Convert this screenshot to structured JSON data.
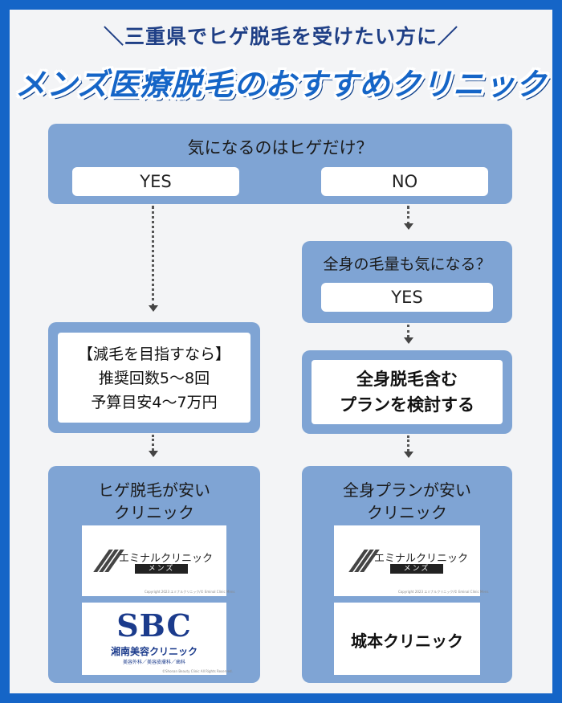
{
  "header": {
    "subtitle": "＼三重県でヒゲ脱毛を受けたい方に／",
    "title": "メンズ医療脱毛のおすすめクリニック"
  },
  "q1": {
    "question": "気になるのはヒゲだけ？",
    "yes": "YES",
    "no": "NO"
  },
  "q2": {
    "question": "全身の毛量も気になる？",
    "yes": "YES"
  },
  "left_info": {
    "line1": "【減毛を目指すなら】",
    "line2": "推奨回数5〜8回",
    "line3": "予算目安4〜7万円"
  },
  "right_info": {
    "line1": "全身脱毛含む",
    "line2": "プランを検討する"
  },
  "left_result": {
    "heading1": "ヒゲ脱毛が安い",
    "heading2": "クリニック",
    "emi_name": "エミナルクリニック",
    "emi_badge": "メンズ",
    "emi_copy": "Copyright 2023 エミナルクリニック/© Eminal Clinic Mens",
    "sbc_logo": "SBC",
    "sbc_name": "湘南美容クリニック",
    "sbc_sub": "美容外科／美容皮膚科／歯科",
    "sbc_copy": "©Shonan Beauty Clinic All Rights Reserved."
  },
  "right_result": {
    "heading1": "全身プランが安い",
    "heading2": "クリニック",
    "emi_name": "エミナルクリニック",
    "emi_badge": "メンズ",
    "emi_copy": "Copyright 2023 エミナルクリニック/© Eminal Clinic Mens",
    "clinic2": "城本クリニック"
  },
  "colors": {
    "background": "#1565c7",
    "box": "#7fa4d4",
    "title": "#1565c7",
    "subtitle": "#1f3f86"
  }
}
